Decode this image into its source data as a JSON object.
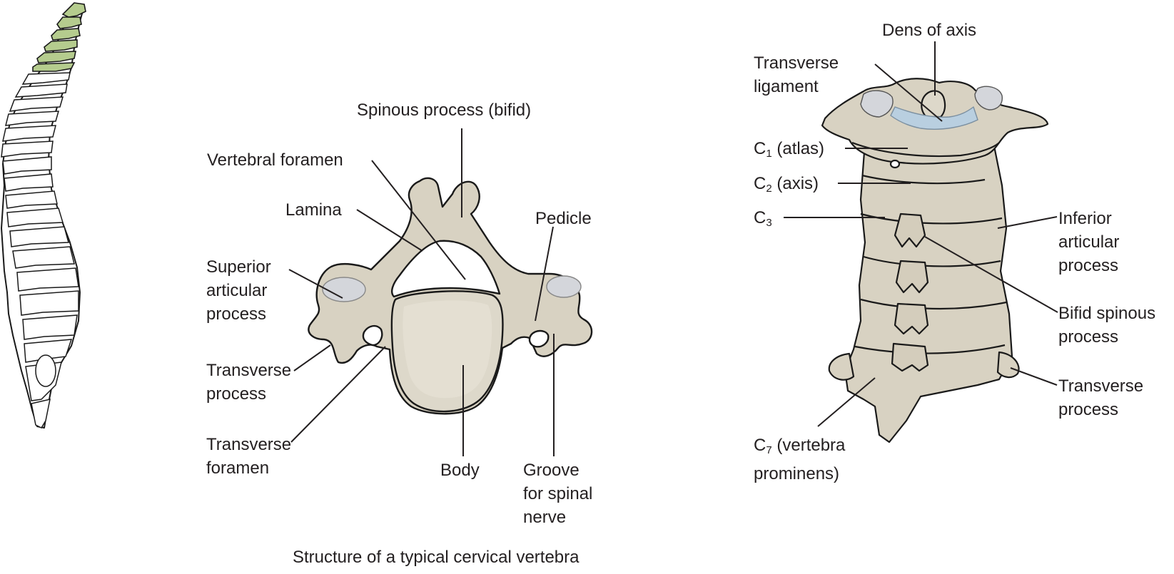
{
  "figure": {
    "caption": "Structure of a typical cervical vertebra",
    "colors": {
      "bone": "#d8d2c2",
      "bone_shade": "#c7c0ae",
      "bone_light": "#e4dfd2",
      "outline": "#1a1a1a",
      "cartilage": "#d4d6db",
      "ligament": "#b9cfe0",
      "cervical_highlight": "#b5cc8e",
      "leader_line": "#231f20"
    }
  },
  "spine_panel": {
    "description": "Lateral view of vertebral column with cervical region highlighted",
    "highlighted_region": "cervical"
  },
  "vertebra_panel": {
    "labels": {
      "spinous_process": "Spinous process (bifid)",
      "vertebral_foramen": "Vertebral foramen",
      "lamina": "Lamina",
      "pedicle": "Pedicle",
      "superior_articular": [
        "Superior",
        "articular",
        "process"
      ],
      "transverse_process": [
        "Transverse",
        "process"
      ],
      "transverse_foramen": [
        "Transverse",
        "foramen"
      ],
      "body": "Body",
      "groove": [
        "Groove",
        "for spinal",
        "nerve"
      ]
    }
  },
  "column_panel": {
    "labels": {
      "dens": "Dens of axis",
      "transverse_ligament": [
        "Transverse",
        "ligament"
      ],
      "c1": {
        "c": "C",
        "sub": "1",
        "rest": " (atlas)"
      },
      "c2": {
        "c": "C",
        "sub": "2",
        "rest": " (axis)"
      },
      "c3": {
        "c": "C",
        "sub": "3",
        "rest": ""
      },
      "c7": {
        "c": "C",
        "sub": "7",
        "rest": " (vertebra",
        "line2": "prominens)"
      },
      "inferior_articular": [
        "Inferior",
        "articular",
        "process"
      ],
      "bifid_spinous": [
        "Bifid spinous",
        "process"
      ],
      "transverse_process": [
        "Transverse",
        "process"
      ]
    }
  }
}
